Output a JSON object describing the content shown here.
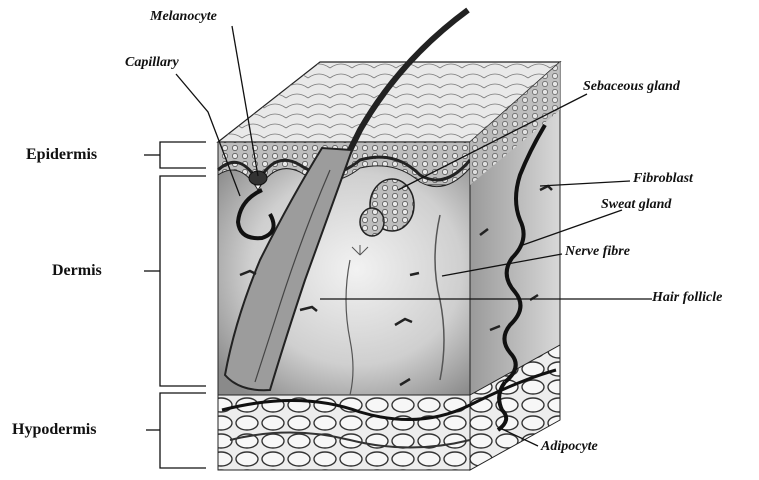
{
  "layers": [
    {
      "key": "epidermis",
      "label": "Epidermis"
    },
    {
      "key": "dermis",
      "label": "Dermis"
    },
    {
      "key": "hypodermis",
      "label": "Hypodermis"
    }
  ],
  "callouts": [
    {
      "key": "melanocyte",
      "label": "Melanocyte"
    },
    {
      "key": "capillary",
      "label": "Capillary"
    },
    {
      "key": "sebaceous_gland",
      "label": "Sebaceous gland"
    },
    {
      "key": "fibroblast",
      "label": "Fibroblast"
    },
    {
      "key": "sweat_gland",
      "label": "Sweat gland"
    },
    {
      "key": "nerve_fibre",
      "label": "Nerve fibre"
    },
    {
      "key": "hair_follicle",
      "label": "Hair follicle"
    },
    {
      "key": "adipocyte",
      "label": "Adipocyte"
    }
  ],
  "colors": {
    "ink": "#111111",
    "tissue": "#cfcfcf",
    "tissue_dark": "#7a7a7a",
    "fat": "#e6e6e6"
  }
}
